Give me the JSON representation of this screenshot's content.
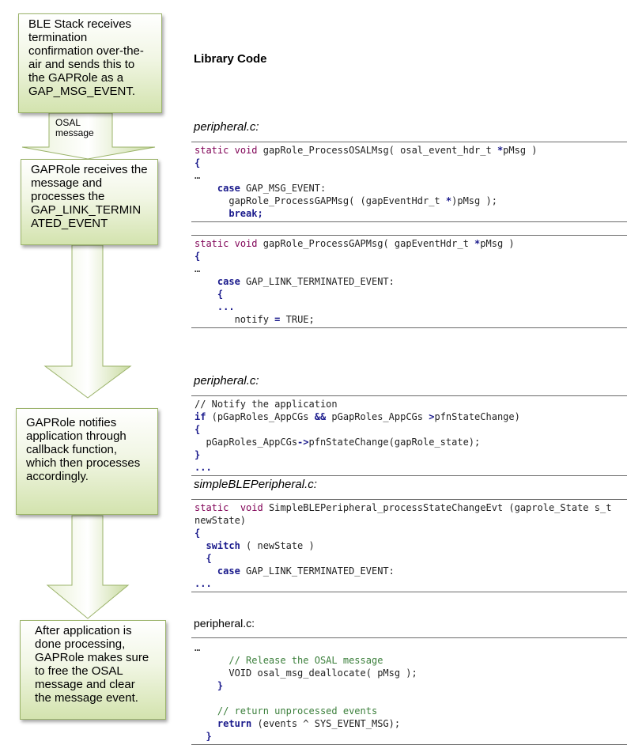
{
  "flow": {
    "step1": "BLE Stack receives\ntermination\nconfirmation over-the-\nair and sends this to\nthe GAPRole as a\nGAP_MSG_EVENT.",
    "osal_label": "OSAL\nmessage",
    "step2": "GAPRole receives the\nmessage and\nprocesses the\nGAP_LINK_TERMIN\nATED_EVENT",
    "step3": "GAPRole notifies\napplication through\ncallback function,\nwhich then processes\naccordingly.",
    "step4": "After application is\ndone processing,\nGAPRole makes sure\nto free the OSAL\nmessage and clear\nthe message event."
  },
  "library_title": "Library Code",
  "files": {
    "f1": "peripheral.c:",
    "f2": "peripheral.c:",
    "f3": "simpleBLEPeripheral.c:",
    "f4": "peripheral.c:"
  },
  "code": {
    "block1": [
      "<span class='kw'>static</span> <span class='kw'>void</span> gapRole_ProcessOSALMsg( osal_event_hdr_t <span class='kb'>*</span>pMsg )",
      "<span class='kb'>{</span>",
      "…",
      "    <span class='kb'>case</span> GAP_MSG_EVENT:",
      "      gapRole_ProcessGAPMsg( (gapEventHdr_t <span class='kb'>*</span>)pMsg );",
      "      <span class='kb'>break;</span>"
    ],
    "block2": [
      "<span class='kw'>static</span> <span class='kw'>void</span> gapRole_ProcessGAPMsg( gapEventHdr_t <span class='kb'>*</span>pMsg )",
      "<span class='kb'>{</span>",
      "…",
      "    <span class='kb'>case</span> GAP_LINK_TERMINATED_EVENT:",
      "    <span class='kb'>{</span>",
      "    <span class='kb'>...</span>",
      "       notify <span class='kb'>=</span> TRUE;"
    ],
    "block3": [
      "// Notify the application",
      "<span class='kb'>if</span> (pGapRoles_AppCGs <span class='kb'>&amp;&amp;</span> pGapRoles_AppCGs <span class='kb'>&gt;</span>pfnStateChange)",
      "<span class='kb'>{</span>",
      "  pGapRoles_AppCGs<span class='kb'>-&gt;</span>pfnStateChange(gapRole_state);",
      "<span class='kb'>}</span>",
      "<span class='kb'>...</span>"
    ],
    "block4": [
      "<span class='kw'>static</span>  <span class='kw'>void</span> SimpleBLEPeripheral_processStateChangeEvt (gaprole_State s_t",
      "newState)",
      "<span class='kb'>{</span>",
      "  <span class='kb'>switch</span> ( newState )",
      "  <span class='kb'>{</span>",
      "    <span class='kb'>case</span> GAP_LINK_TERMINATED_EVENT:",
      "<span class='kb'>...</span>"
    ],
    "block5": [
      "…",
      "      <span class='cm'>// Release the OSAL message</span>",
      "      VOID osal_msg_deallocate( pMsg );",
      "    <span class='kb'>}</span>",
      "",
      "    <span class='cm'>// return unprocessed events</span>",
      "    <span class='kb'>return</span> (events ^ SYS_EVENT_MSG);",
      "  <span class='kb'>}</span>"
    ]
  }
}
